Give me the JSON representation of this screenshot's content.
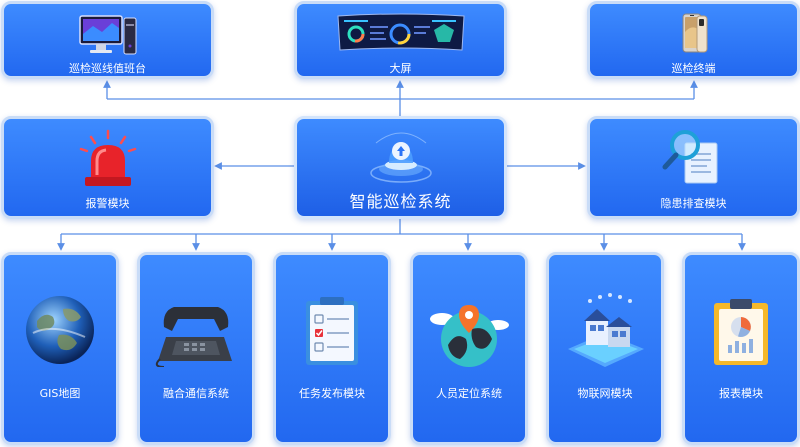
{
  "top": [
    {
      "label": "巡检巡线值班台",
      "icon": "desktop-computer-icon"
    },
    {
      "label": "大屏",
      "icon": "curved-dashboard-screen-icon"
    },
    {
      "label": "巡检终端",
      "icon": "smartphone-icon"
    }
  ],
  "middle": {
    "left": {
      "label": "报警模块",
      "icon": "alarm-siren-icon"
    },
    "center": {
      "label": "智能巡检系统",
      "icon": "upload-platform-icon"
    },
    "right": {
      "label": "隐患排查模块",
      "icon": "magnifier-document-icon"
    }
  },
  "bottom": [
    {
      "label": "GIS地图",
      "icon": "globe-icon"
    },
    {
      "label": "融合通信系统",
      "icon": "desk-phone-icon"
    },
    {
      "label": "任务发布模块",
      "icon": "checklist-clipboard-icon"
    },
    {
      "label": "人员定位系统",
      "icon": "location-pin-globe-icon"
    },
    {
      "label": "物联网模块",
      "icon": "smart-house-icon"
    },
    {
      "label": "报表模块",
      "icon": "report-clipboard-icon"
    }
  ],
  "colors": {
    "card": "#2b73f6",
    "border": "#c9dcf7",
    "connector": "#5b8fe6"
  }
}
